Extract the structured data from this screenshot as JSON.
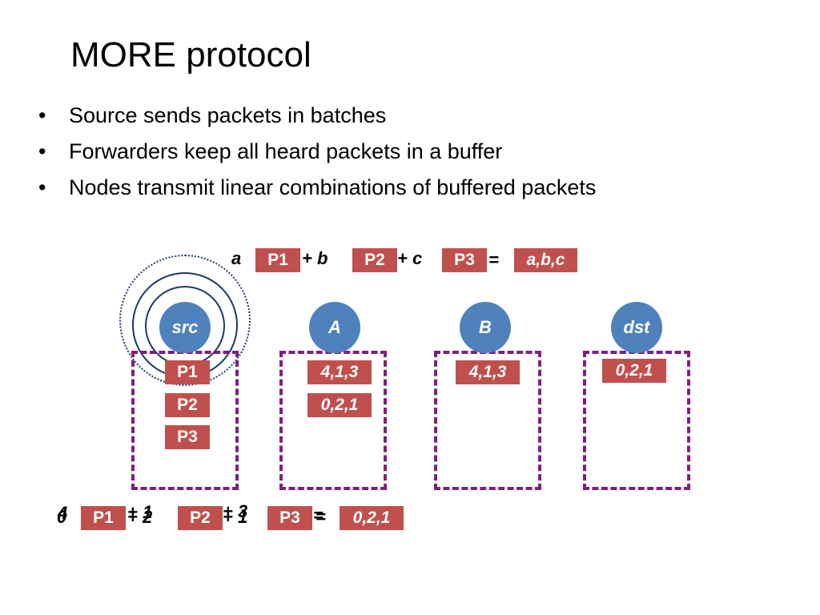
{
  "title": "MORE protocol",
  "bullets": [
    "Source sends packets in batches",
    "Forwarders keep all heard packets in a buffer",
    "Nodes transmit linear combinations of buffered packets"
  ],
  "bullet_char": "•",
  "equation_top": {
    "coef_a": "a",
    "p1": "P1",
    "plus_b": "+ b",
    "p2": "P2",
    "plus_c": "+ c",
    "p3": "P3",
    "equals": "=",
    "result": "a,b,c"
  },
  "nodes": [
    "src",
    "A",
    "B",
    "dst"
  ],
  "buffers": {
    "src": [
      "P1",
      "P2",
      "P3"
    ],
    "A": [
      "4,1,3",
      "0,2,1"
    ],
    "B": [
      "4,1,3"
    ],
    "dst": [
      "0,2,1"
    ]
  },
  "equation_bottom": {
    "coef1_a": "4",
    "coef1_b": "0",
    "p1": "P1",
    "plus2_a": "+ 1",
    "plus2_b": "+ 2",
    "p2": "P2",
    "plus3_a": "+ 3",
    "plus3_b": "+ 1",
    "p3": "P3",
    "equals_a": "=",
    "equals_b": "=",
    "result": "0,2,1"
  },
  "colors": {
    "packet": "#c0504d",
    "node": "#4f81bd",
    "buffer_border": "#7f1f7f",
    "ring": "#1f3864"
  }
}
